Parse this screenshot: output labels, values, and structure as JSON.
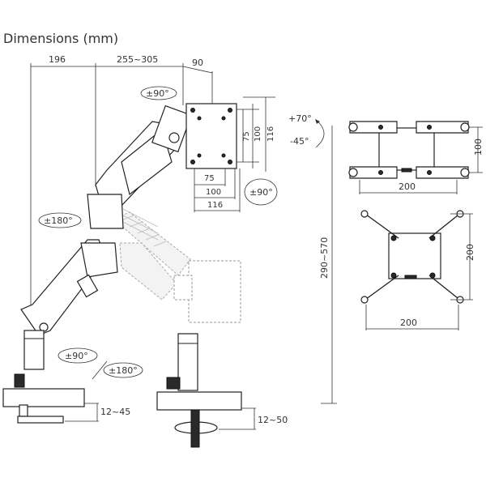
{
  "heading": "Dimensions (mm)",
  "top_dims": {
    "base_to_pole": "196",
    "arm_reach": "255~305",
    "plate_depth": "90"
  },
  "rotations": {
    "tilt_plate": "±90°",
    "swivel_arm": "±180°",
    "swivel_base": "±90°",
    "swivel_base2": "±180°",
    "rotate_screen": "±90°"
  },
  "tilt": {
    "up": "+70°",
    "down": "-45°"
  },
  "vesa": {
    "h75": "75",
    "h100": "100",
    "h116": "116",
    "w75": "75",
    "w100": "100",
    "w116": "116"
  },
  "clamp": {
    "grommet_thickness": "12~50",
    "clamp_thickness": "12~45"
  },
  "height_range": "290~570",
  "adapters": {
    "top_height": "100",
    "top_width": "200",
    "bottom_height": "200",
    "bottom_width": "200"
  }
}
